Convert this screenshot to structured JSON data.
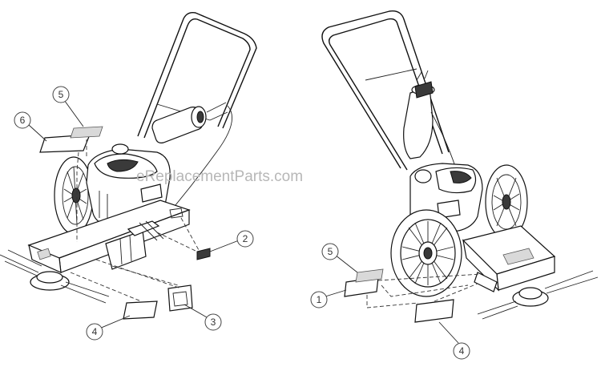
{
  "watermark": "eReplacementParts.com",
  "callouts": [
    {
      "label": "6"
    },
    {
      "label": "5"
    },
    {
      "label": "2"
    },
    {
      "label": "3"
    },
    {
      "label": "4"
    },
    {
      "label": "5"
    },
    {
      "label": "1"
    },
    {
      "label": "4"
    }
  ]
}
